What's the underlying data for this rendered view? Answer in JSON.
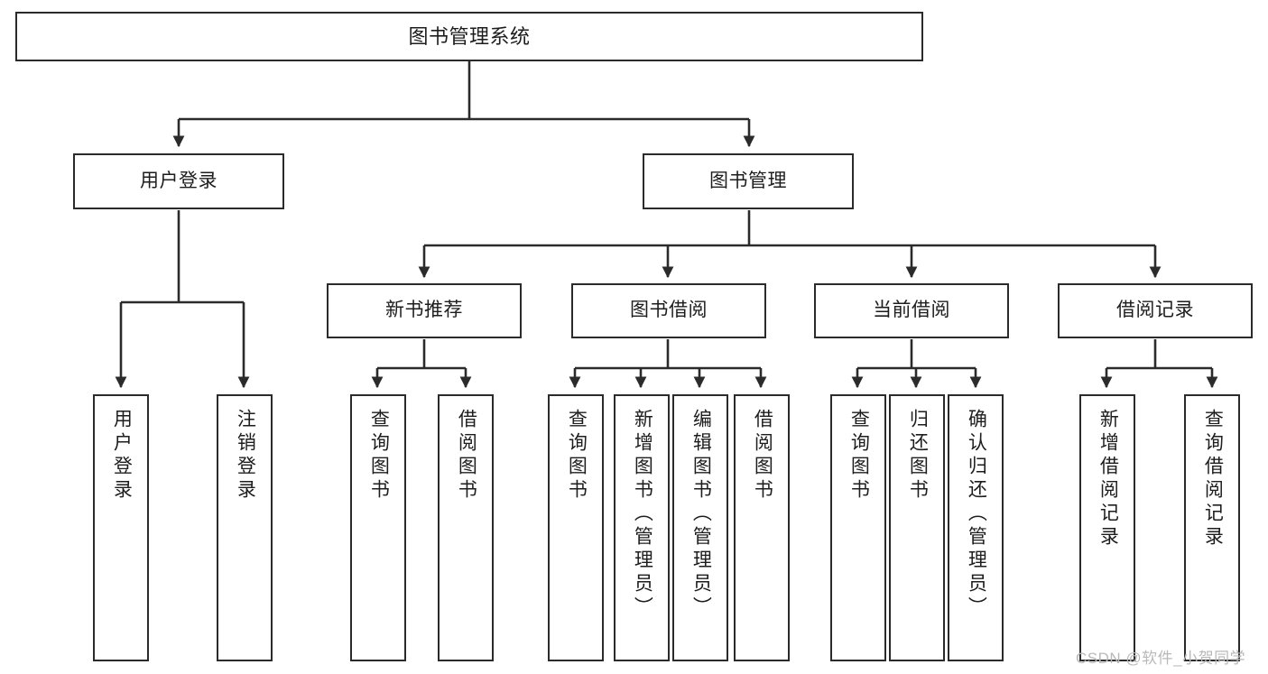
{
  "diagram": {
    "title": "图书管理系统",
    "type": "functional-structure-tree",
    "watermark": "CSDN @软件_小贺同学",
    "colors": {
      "box_border": "#2b2b2b",
      "box_fill": "#ffffff",
      "connector": "#2b2b2b",
      "text": "#1d1d1d",
      "watermark": "#b9b9b9",
      "background": "#ffffff"
    },
    "root": {
      "label": "图书管理系统"
    },
    "level2": [
      {
        "label": "用户登录"
      },
      {
        "label": "图书管理"
      }
    ],
    "level3": [
      {
        "label": "新书推荐"
      },
      {
        "label": "图书借阅"
      },
      {
        "label": "当前借阅"
      },
      {
        "label": "借阅记录"
      }
    ],
    "leaves": {
      "user_login": [
        {
          "label": "用户登录"
        },
        {
          "label": "注销登录"
        }
      ],
      "new_book_recommend": [
        {
          "label": "查询图书"
        },
        {
          "label": "借阅图书"
        }
      ],
      "book_borrow": [
        {
          "label": "查询图书"
        },
        {
          "label": "新增图书（管理员）"
        },
        {
          "label": "编辑图书（管理员）"
        },
        {
          "label": "借阅图书"
        }
      ],
      "current_borrow": [
        {
          "label": "查询图书"
        },
        {
          "label": "归还图书"
        },
        {
          "label": "确认归还（管理员）"
        }
      ],
      "borrow_record": [
        {
          "label": "新增借阅记录"
        },
        {
          "label": "查询借阅记录"
        }
      ]
    }
  }
}
